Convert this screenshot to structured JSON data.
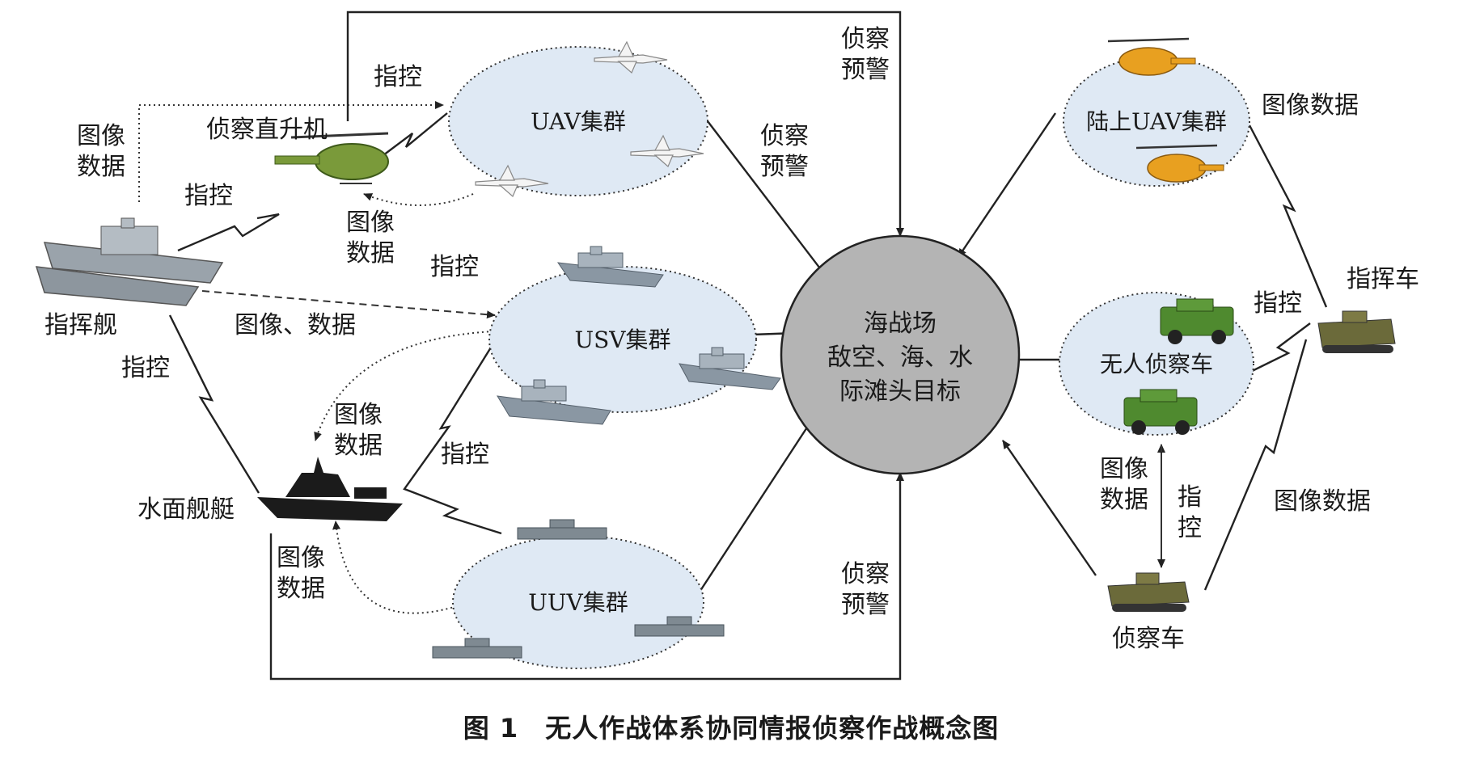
{
  "caption": "图 1　无人作战体系协同情报侦察作战概念图",
  "center": {
    "lines": [
      "海战场",
      "敌空、海、水",
      "际滩头目标"
    ]
  },
  "clusters": {
    "uav": "UAV集群",
    "usv": "USV集群",
    "uuv": "UUV集群",
    "land_uav": "陆上UAV集群",
    "ugv": "无人侦察车"
  },
  "nodes": {
    "helicopter": "侦察直升机",
    "command_ship": "指挥舰",
    "surface_ship": "水面舰艇",
    "command_vehicle": "指挥车",
    "recon_vehicle": "侦察车"
  },
  "labels": {
    "recon_warning_top": [
      "侦察",
      "预警"
    ],
    "recon_warning_uav": [
      "侦察",
      "预警"
    ],
    "recon_warning_bottom": [
      "侦察",
      "预警"
    ],
    "command_heli_uav": "指控",
    "command_ship_heli": "指控",
    "command_ship_usv": "指控",
    "command_ship_surface": "指控",
    "command_surface_uuv": "指控",
    "command_recon_ugv": [
      "指",
      "控"
    ],
    "command_cmdvehicle_ugv": "指控",
    "image_data_ship": [
      "图像",
      "数据"
    ],
    "image_data_heli": [
      "图像",
      "数据"
    ],
    "image_data_usv": [
      "图像",
      "数据"
    ],
    "image_data_uuv": [
      "图像",
      "数据"
    ],
    "image_data_recon": [
      "图像",
      "数据"
    ],
    "image_data_ship_usv": "图像、数据",
    "image_data_land_uav": "图像数据",
    "image_data_cmd_recon": "图像数据"
  },
  "colors": {
    "cluster_fill": "#dfe9f4",
    "center_fill": "#b4b4b4",
    "helicopter_body": "#7a9a3a",
    "land_uav_body": "#e8a020",
    "ship_gray": "#8a97a3",
    "ship_dark": "#1b1b1b",
    "vehicle_green": "#4f8a2f",
    "tank_camo": "#6b6a3a"
  }
}
